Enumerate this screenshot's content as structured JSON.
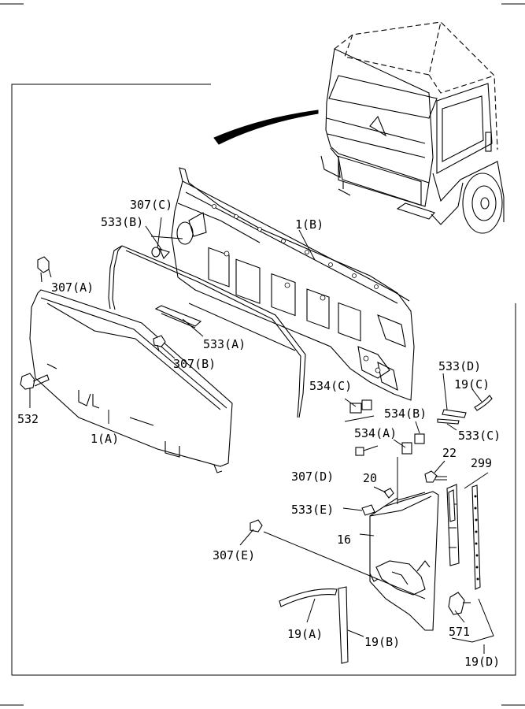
{
  "callouts": {
    "c307C": "307(C)",
    "c533B": "533(B)",
    "c1B": "1(B)",
    "c307A": "307(A)",
    "c533A": "533(A)",
    "c307B": "307(B)",
    "c532": "532",
    "c1A": "1(A)",
    "c534C": "534(C)",
    "c533D": "533(D)",
    "c19C": "19(C)",
    "c534B": "534(B)",
    "c534A": "534(A)",
    "c533C": "533(C)",
    "c22": "22",
    "c299": "299",
    "c307D": "307(D)",
    "c20": "20",
    "c533E": "533(E)",
    "c16": "16",
    "c307E": "307(E)",
    "c19A": "19(A)",
    "c19B": "19(B)",
    "c571": "571",
    "c19D": "19(D)"
  },
  "icons": {
    "truck": "truck-cab-icon",
    "arrow": "curved-arrow-icon"
  }
}
